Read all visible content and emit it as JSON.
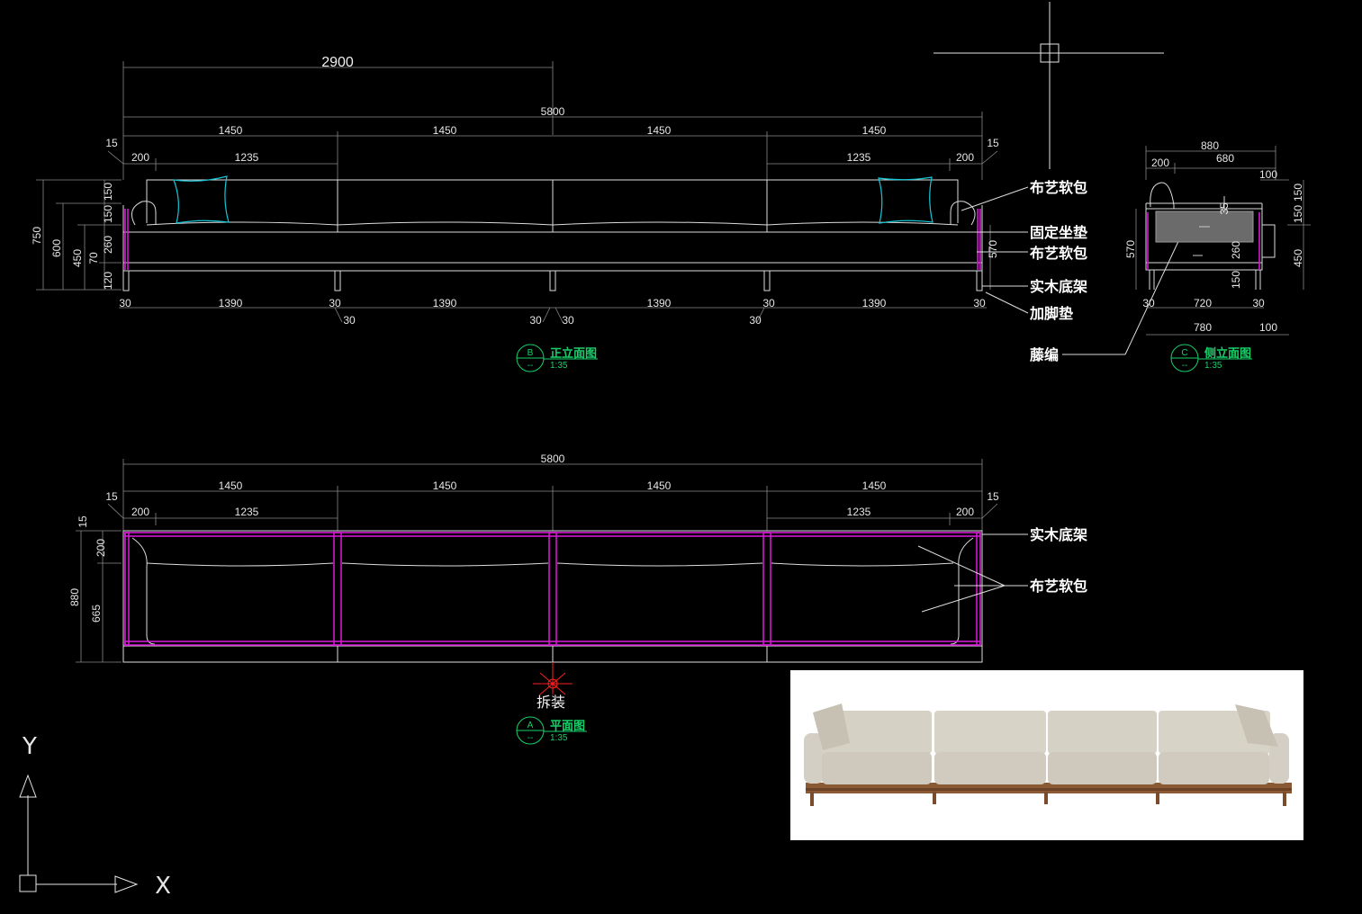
{
  "front_elevation": {
    "dim_half": "2900",
    "dim_total": "5800",
    "dim_modules": [
      "1450",
      "1450",
      "1450",
      "1450"
    ],
    "dim_15": "15",
    "dim_200": "200",
    "dim_1235": "1235",
    "heights": [
      "750",
      "600",
      "450",
      "70",
      "150",
      "150",
      "260",
      "120"
    ],
    "right_height": "570",
    "bottom_30": "30",
    "bottom_1390": "1390",
    "title_letter": "B",
    "title_text": "正立面图",
    "scale": "1:35",
    "dash": "--"
  },
  "side_elevation": {
    "dim_880": "880",
    "dim_200": "200",
    "dim_680": "680",
    "dim_100": "100",
    "dim_150": "150",
    "dim_450": "450",
    "dim_570": "570",
    "dim_35": "35",
    "dim_260": "260",
    "dim_30": "30",
    "dim_720": "720",
    "dim_780": "780",
    "title_letter": "C",
    "title_text": "侧立面图",
    "scale": "1:35",
    "dash": "--"
  },
  "callouts": {
    "fabric_top": "布艺软包",
    "fixed_cushion": "固定坐垫",
    "fabric_mid": "布艺软包",
    "wood_frame": "实木底架",
    "foot_pad": "加脚垫",
    "rattan": "藤编"
  },
  "plan": {
    "dim_total": "5800",
    "dim_modules": [
      "1450",
      "1450",
      "1450",
      "1450"
    ],
    "dim_15": "15",
    "dim_200": "200",
    "dim_1235": "1235",
    "left_880": "880",
    "left_665": "665",
    "left_200": "200",
    "left_15": "15",
    "callout_frame": "实木底架",
    "callout_fabric": "布艺软包",
    "disassembly": "拆装",
    "title_letter": "A",
    "title_text": "平面图",
    "scale": "1:35",
    "dash": "--"
  },
  "ucs": {
    "x_label": "X",
    "y_label": "Y"
  },
  "photo": {
    "description": "product photo of four-seat fabric sofa on wooden base"
  },
  "colors": {
    "background": "#000000",
    "line": "#dcdcdc",
    "magenta": "#d21ad2",
    "cyan": "#15c8d8",
    "green": "#18d06a"
  }
}
